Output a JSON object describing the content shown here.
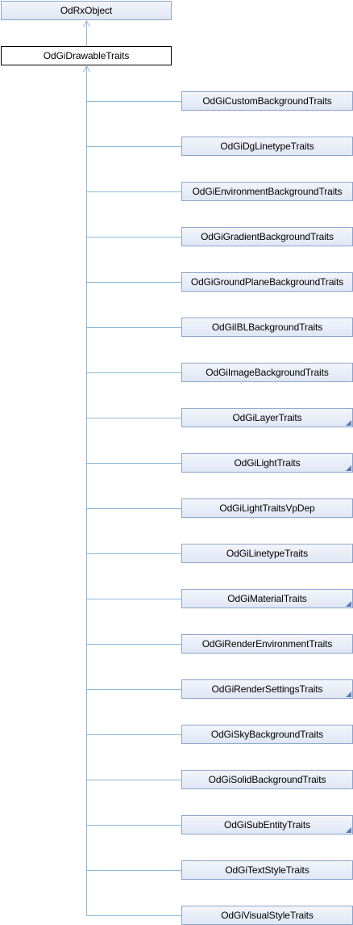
{
  "diagram": {
    "base": "OdRxObject",
    "current": "OdGiDrawableTraits",
    "children": [
      {
        "label": "OdGiCustomBackgroundTraits",
        "has_children": false
      },
      {
        "label": "OdGiDgLinetypeTraits",
        "has_children": false
      },
      {
        "label": "OdGiEnvironmentBackgroundTraits",
        "has_children": false
      },
      {
        "label": "OdGiGradientBackgroundTraits",
        "has_children": false
      },
      {
        "label": "OdGiGroundPlaneBackgroundTraits",
        "has_children": false
      },
      {
        "label": "OdGiIBLBackgroundTraits",
        "has_children": false
      },
      {
        "label": "OdGiImageBackgroundTraits",
        "has_children": false
      },
      {
        "label": "OdGiLayerTraits",
        "has_children": true
      },
      {
        "label": "OdGiLightTraits",
        "has_children": true
      },
      {
        "label": "OdGiLightTraitsVpDep",
        "has_children": false
      },
      {
        "label": "OdGiLinetypeTraits",
        "has_children": false
      },
      {
        "label": "OdGiMaterialTraits",
        "has_children": true
      },
      {
        "label": "OdGiRenderEnvironmentTraits",
        "has_children": false
      },
      {
        "label": "OdGiRenderSettingsTraits",
        "has_children": true
      },
      {
        "label": "OdGiSkyBackgroundTraits",
        "has_children": false
      },
      {
        "label": "OdGiSolidBackgroundTraits",
        "has_children": false
      },
      {
        "label": "OdGiSubEntityTraits",
        "has_children": true
      },
      {
        "label": "OdGiTextStyleTraits",
        "has_children": false
      },
      {
        "label": "OdGiVisualStyleTraits",
        "has_children": false
      }
    ],
    "colors": {
      "connector": "#8bb8d8",
      "node_border": "#8ea6cd",
      "node_fill": "#e8edf7",
      "corner_marker": "#5a7ab5"
    }
  }
}
